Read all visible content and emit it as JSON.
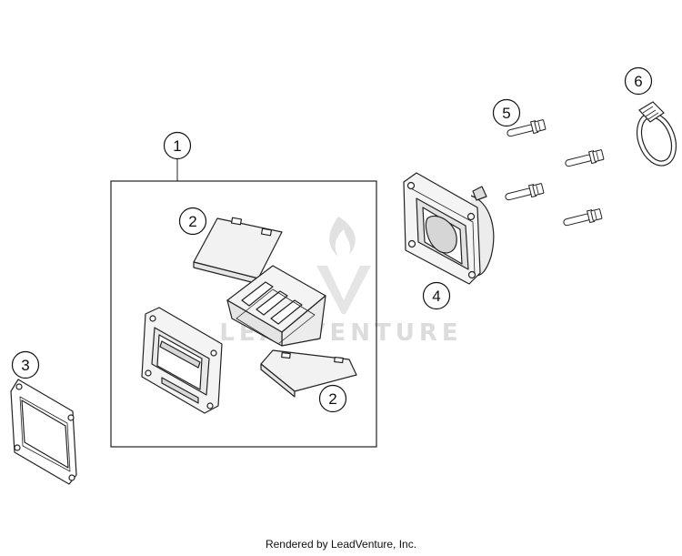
{
  "callouts": [
    "1",
    "2",
    "2",
    "3",
    "4",
    "5",
    "6"
  ],
  "watermark": {
    "text": "LEADVENTURE"
  },
  "footer": {
    "text": "Rendered by LeadVenture, Inc."
  }
}
